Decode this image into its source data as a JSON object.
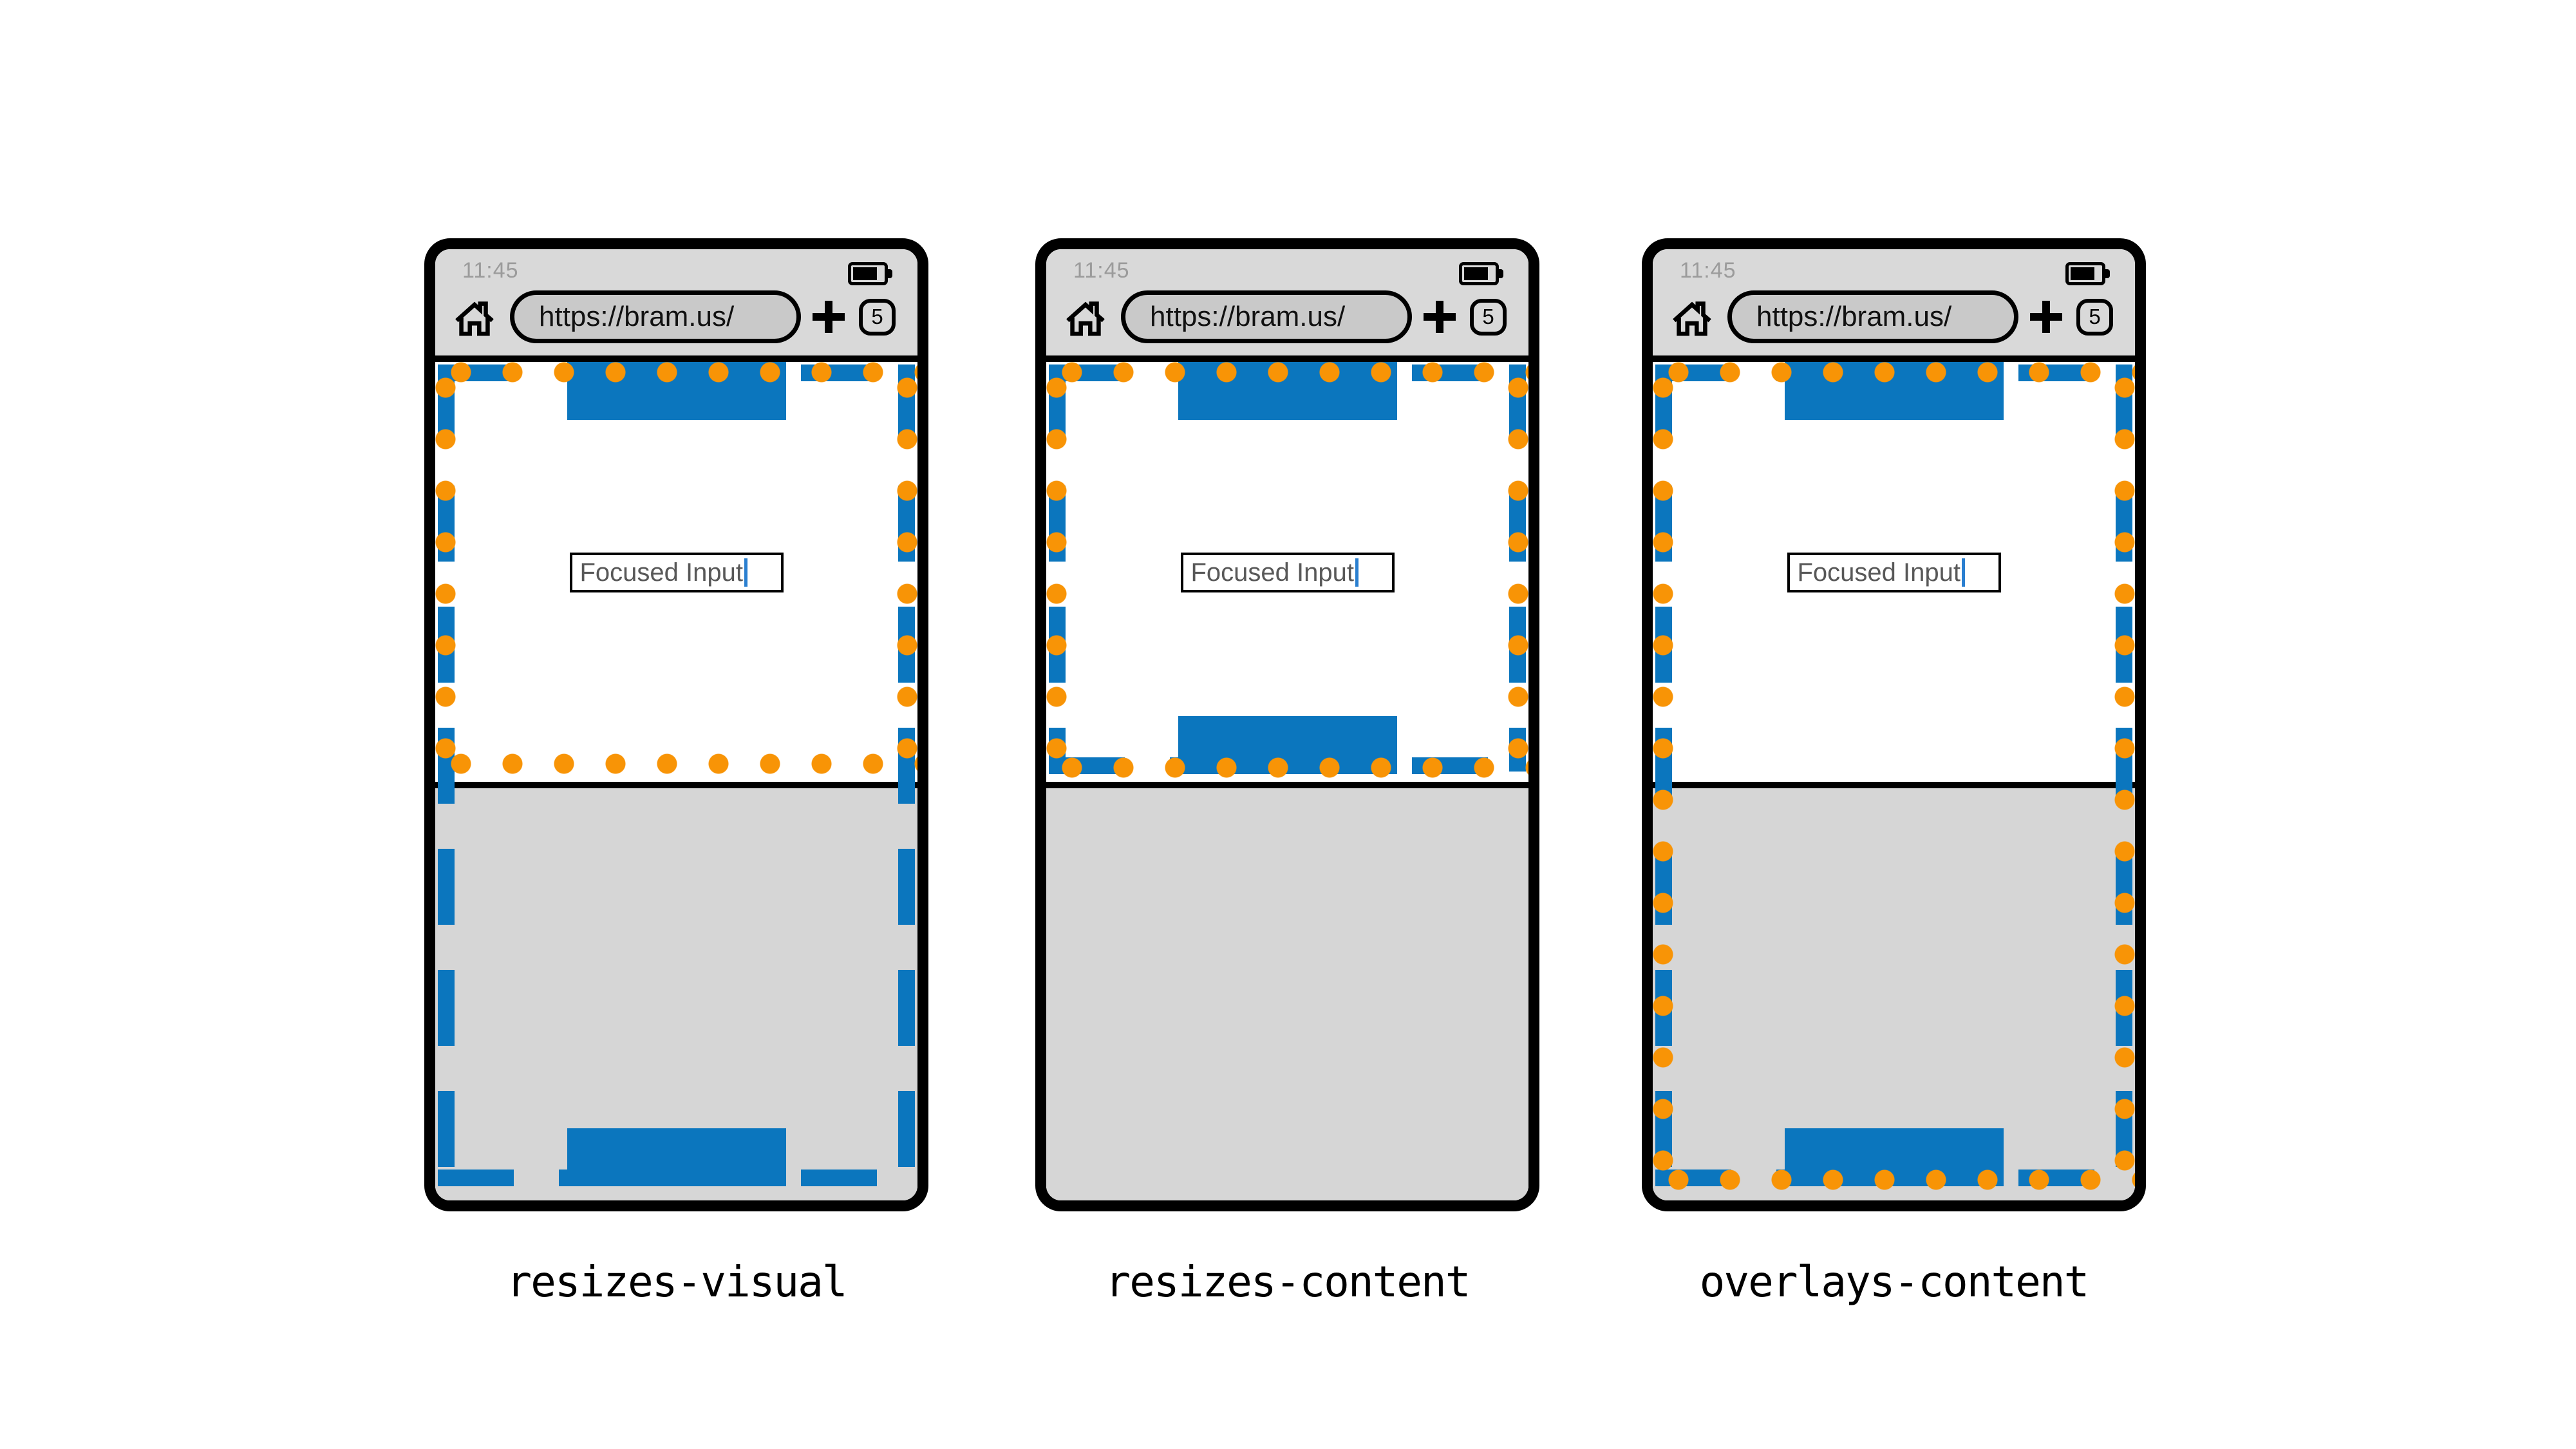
{
  "colors": {
    "blue": "#0B76BE",
    "orange": "#F89406",
    "chrome_gray": "#D9D9D9",
    "keyboard_gray": "#D6D6D6",
    "pill_gray": "#C9C9C9",
    "time_gray": "#9B9B9B",
    "input_text_gray": "#585858",
    "caret_blue": "#2A7FD0"
  },
  "phones": [
    {
      "mode": "resizes-visual",
      "label": "resizes-visual",
      "status": {
        "time": "11:45",
        "battery_icon": "battery-icon"
      },
      "chrome": {
        "home_icon": "home-icon",
        "url": "https://bram.us/",
        "new_tab_icon": "plus-icon",
        "tab_count": "5"
      },
      "content": {
        "input_value": "Focused Input"
      }
    },
    {
      "mode": "resizes-content",
      "label": "resizes-content",
      "status": {
        "time": "11:45",
        "battery_icon": "battery-icon"
      },
      "chrome": {
        "home_icon": "home-icon",
        "url": "https://bram.us/",
        "new_tab_icon": "plus-icon",
        "tab_count": "5"
      },
      "content": {
        "input_value": "Focused Input"
      }
    },
    {
      "mode": "overlays-content",
      "label": "overlays-content",
      "status": {
        "time": "11:45",
        "battery_icon": "battery-icon"
      },
      "chrome": {
        "home_icon": "home-icon",
        "url": "https://bram.us/",
        "new_tab_icon": "plus-icon",
        "tab_count": "5"
      },
      "content": {
        "input_value": "Focused Input"
      }
    }
  ]
}
